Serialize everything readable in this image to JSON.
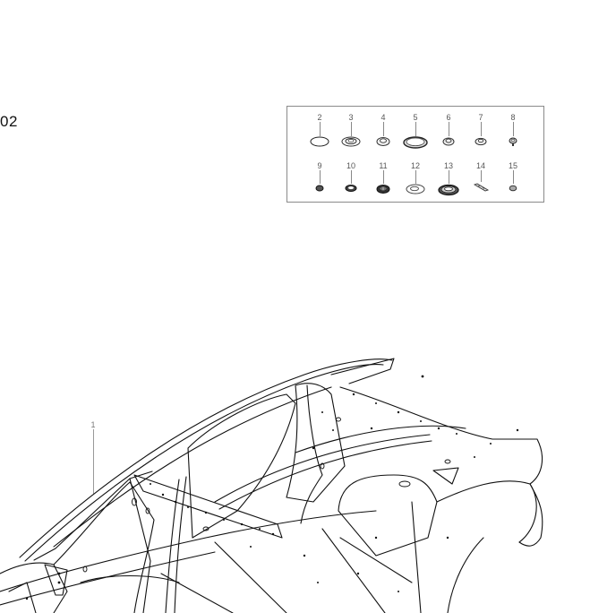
{
  "diagram": {
    "page_code": "02",
    "main_part": {
      "number": "1"
    },
    "parts_legend": {
      "row1": [
        {
          "number": "2",
          "shape": "thin-ring"
        },
        {
          "number": "3",
          "shape": "flat-grommet"
        },
        {
          "number": "4",
          "shape": "cup-plug"
        },
        {
          "number": "5",
          "shape": "large-plug"
        },
        {
          "number": "6",
          "shape": "cup-plug"
        },
        {
          "number": "7",
          "shape": "cup-plug-small"
        },
        {
          "number": "8",
          "shape": "push-clip"
        }
      ],
      "row2": [
        {
          "number": "9",
          "shape": "small-plug"
        },
        {
          "number": "10",
          "shape": "dark-grommet"
        },
        {
          "number": "11",
          "shape": "ribbed-plug"
        },
        {
          "number": "12",
          "shape": "flat-grommet-large"
        },
        {
          "number": "13",
          "shape": "heavy-grommet"
        },
        {
          "number": "14",
          "shape": "strip-clip"
        },
        {
          "number": "15",
          "shape": "small-plug"
        }
      ]
    },
    "colors": {
      "line": "#111111",
      "label": "#666666",
      "border": "#8a8a8a",
      "background": "#ffffff"
    }
  }
}
